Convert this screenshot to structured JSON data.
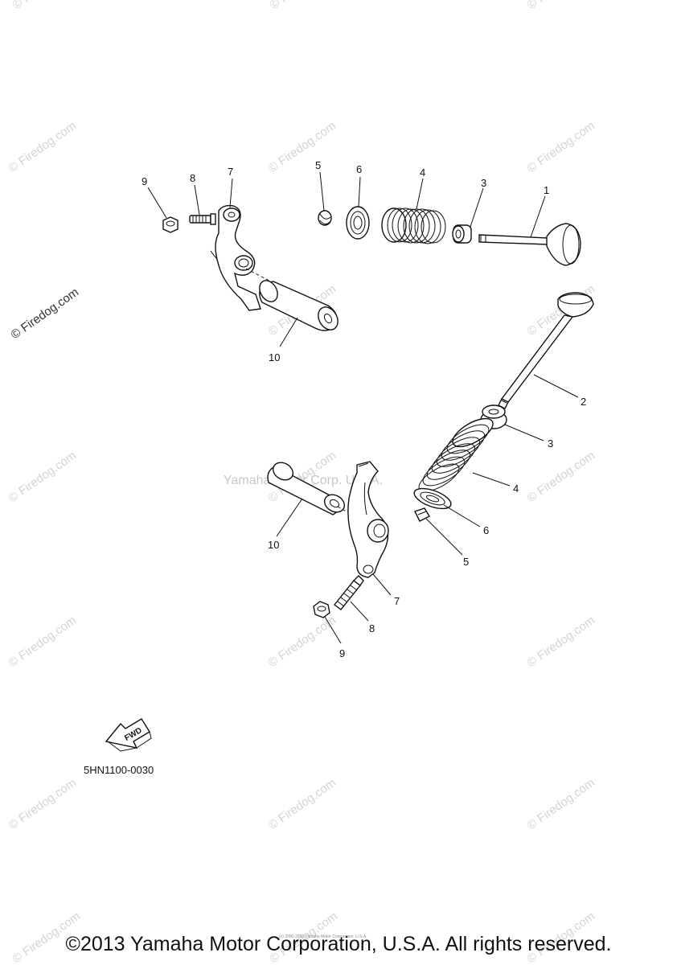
{
  "diagram": {
    "callouts": {
      "upper": [
        "9",
        "8",
        "7",
        "5",
        "6",
        "4",
        "3",
        "1",
        "10"
      ],
      "lower": [
        "2",
        "3",
        "4",
        "6",
        "5",
        "10",
        "7",
        "8",
        "9"
      ]
    },
    "fwd_label": "FWD",
    "drawing_code": "5HN1100-0030",
    "center_watermark": "Yamaha Motor Corp. U.S.A.",
    "watermark_text": "© Firedog.com",
    "tiny_copyright": "(c) 2000-2015 Yamaha Motor Corporation, U.S.A."
  },
  "footer": {
    "copyright": "©2013 Yamaha Motor Corporation, U.S.A. All rights reserved."
  }
}
